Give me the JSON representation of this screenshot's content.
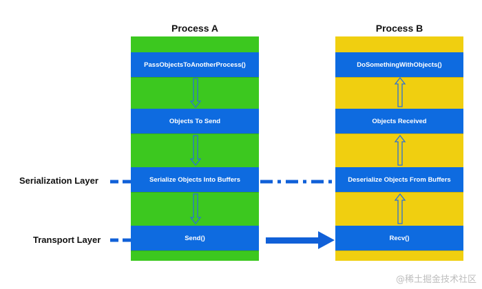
{
  "process_a": {
    "title": "Process A",
    "boxes": [
      "PassObjectsToAnotherProcess()",
      "Objects To Send",
      "Serialize Objects Into Buffers",
      "Send()"
    ]
  },
  "process_b": {
    "title": "Process B",
    "boxes": [
      "DoSomethingWithObjects()",
      "Objects Received",
      "Deserialize Objects From Buffers",
      "Recv()"
    ]
  },
  "layers": {
    "serialization": "Serialization Layer",
    "transport": "Transport Layer"
  },
  "colors": {
    "process_a_bg": "#3cc81f",
    "process_b_bg": "#f0cf10",
    "box": "#0e6be0",
    "connector": "#1060d8"
  },
  "watermark": "@稀土掘金技术社区"
}
